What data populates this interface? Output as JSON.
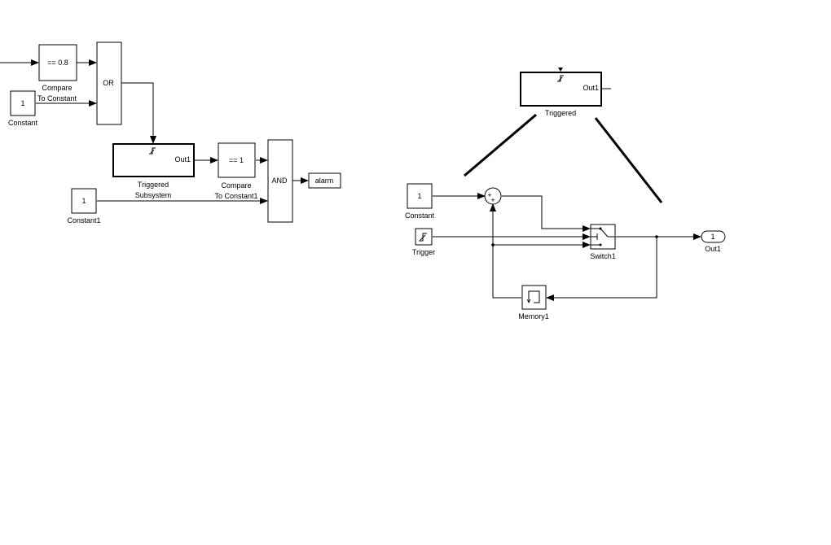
{
  "left_model": {
    "blocks": {
      "compare_to_constant": {
        "inner": "== 0.8",
        "label_line1": "Compare",
        "label_line2": "To Constant"
      },
      "constant": {
        "inner": "1",
        "label": "Constant"
      },
      "or_block": {
        "inner": "OR"
      },
      "triggered_subsystem": {
        "trigger_glyph": "⩚",
        "port_out": "Out1",
        "label_line1": "Triggered",
        "label_line2": "Subsystem"
      },
      "compare_to_constant1": {
        "inner": "== 1",
        "label_line1": "Compare",
        "label_line2": "To Constant1"
      },
      "constant1": {
        "inner": "1",
        "label": "Constant1"
      },
      "and_block": {
        "inner": "AND"
      },
      "alarm": {
        "inner": "alarm"
      }
    }
  },
  "right_model": {
    "blocks": {
      "triggered": {
        "port_out": "Out1",
        "label": "Triggered"
      },
      "constant": {
        "inner": "1",
        "label": "Constant"
      },
      "sum": {
        "signs": "++"
      },
      "trigger": {
        "label": "Trigger"
      },
      "switch1": {
        "label": "Switch1"
      },
      "out1": {
        "inner": "1",
        "label": "Out1"
      },
      "memory1": {
        "label": "Memory1"
      }
    }
  }
}
